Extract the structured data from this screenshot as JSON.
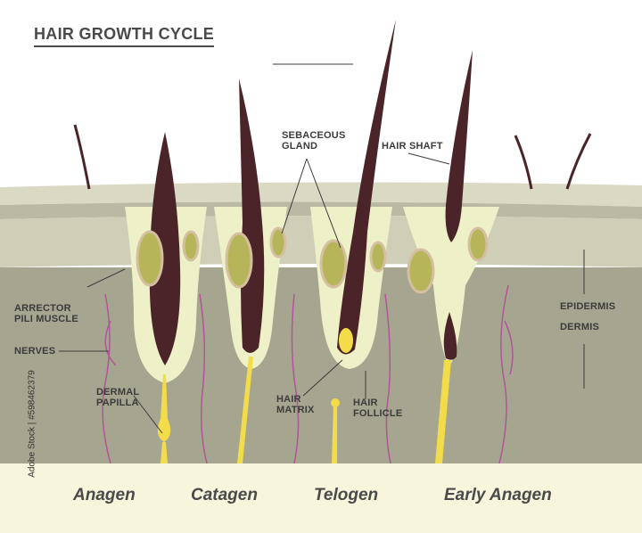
{
  "title": "HAIR GROWTH CYCLE",
  "labels": {
    "sebaceous_gland": "SEBACEOUS\nGLAND",
    "hair_shaft": "HAIR SHAFT",
    "arrector_pili_muscle": "ARRECTOR\nPILI MUSCLE",
    "nerves": "NERVES",
    "dermal_papilla": "DERMAL\nPAPILLA",
    "hair_matrix": "HAIR\nMATRIX",
    "hair_follicle": "HAIR\nFOLLICLE",
    "epidermis": "EPIDERMIS",
    "dermis": "DERMIS"
  },
  "phases": [
    "Anagen",
    "Catagen",
    "Telogen",
    "Early Anagen"
  ],
  "credit": "Adobe Stock | #598462379",
  "colors": {
    "hair": "#4a2428",
    "follicle": "#eef0c8",
    "gland": "#b7b55a",
    "papilla": "#f2dc4a",
    "nerve": "#b0559a",
    "epidermis_top": "#d9d9c4",
    "dermis": "#a6a58f",
    "subcutis": "#f7f5dc"
  }
}
